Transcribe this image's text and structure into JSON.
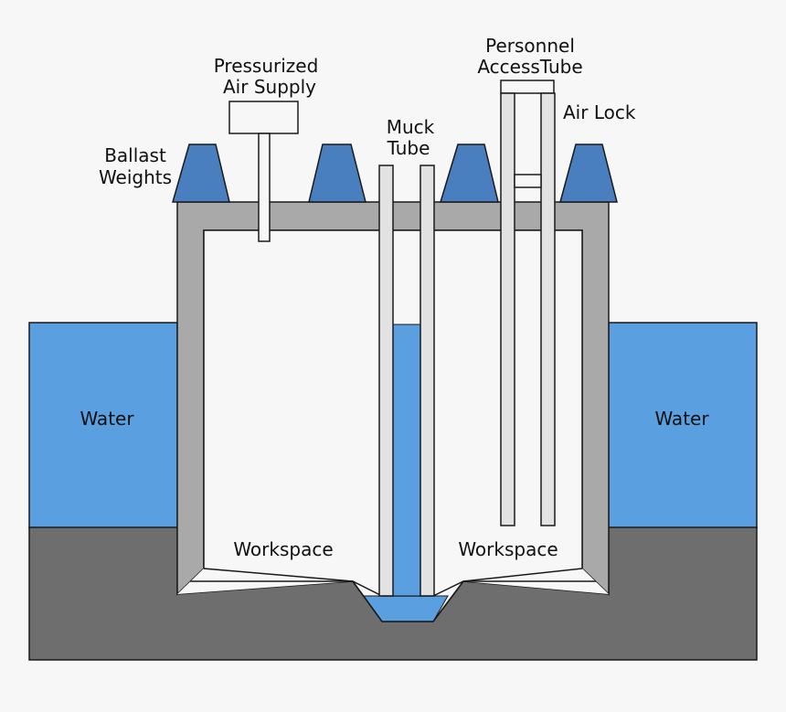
{
  "labels": {
    "pressurized_line1": "Pressurized",
    "pressurized_line2": "Air Supply",
    "personnel_line1": "Personnel",
    "personnel_line2": "AccessTube",
    "air_lock": "Air Lock",
    "muck_line1": "Muck",
    "muck_line2": "Tube",
    "ballast_line1": "Ballast",
    "ballast_line2": "Weights",
    "water_left": "Water",
    "water_right": "Water",
    "workspace_left": "Workspace",
    "workspace_right": "Workspace"
  },
  "colors": {
    "background": "#f7f7f7",
    "water": "#5a9fe0",
    "ballast": "#4a7fbf",
    "caisson_wall": "#a9a9a9",
    "ground": "#6e6e6e",
    "tube": "#e2e2e2",
    "outline": "#1a1a1a"
  }
}
